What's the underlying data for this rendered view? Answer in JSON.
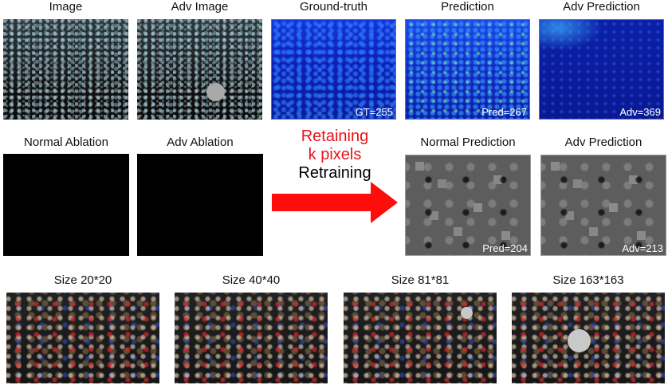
{
  "row1": {
    "titles": [
      "Image",
      "Adv Image",
      "Ground-truth",
      "Prediction",
      "Adv Prediction"
    ],
    "counts": {
      "gt": "GT=255",
      "pred": "Pred=267",
      "adv": "Adv=369"
    }
  },
  "row2": {
    "titles": [
      "Normal Ablation",
      "Adv Ablation",
      "Normal Prediction",
      "Adv Prediction"
    ],
    "arrow": {
      "line1": "Retaining",
      "line2": "k pixels",
      "line3": "Retraining",
      "color": "#ff0000"
    },
    "counts": {
      "pred": "Pred=204",
      "adv": "Adv=213"
    }
  },
  "row3": {
    "titles": [
      "Size 20*20",
      "Size 40*40",
      "Size 81*81",
      "Size 163*163"
    ]
  },
  "colors": {
    "heatmap_bg": "#0d1fb8",
    "patch": "#c9c9c9",
    "arrow": "#ff0000"
  }
}
